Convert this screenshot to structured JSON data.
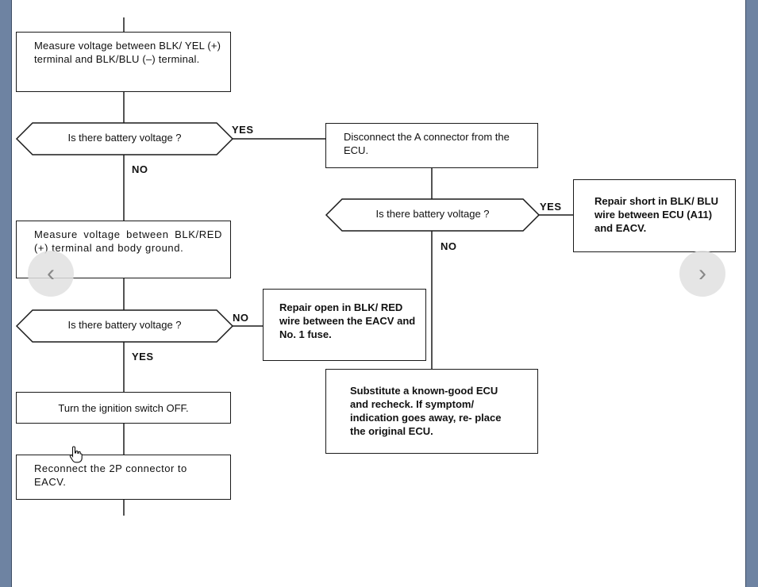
{
  "flowchart": {
    "steps": {
      "measure_blk_yel": "Measure voltage between BLK/ YEL (+) terminal and BLK/BLU (–) terminal.",
      "measure_blk_red": "Measure voltage between BLK/RED (+) terminal and body ground.",
      "ignition_off": "Turn the ignition switch OFF.",
      "reconnect_2p": "Reconnect the 2P connector to EACV.",
      "disconnect_a": "Disconnect the A connector from the ECU.",
      "repair_short": "Repair short in BLK/ BLU wire between ECU (A11) and EACV.",
      "repair_open": "Repair open in BLK/ RED wire between the EACV and No. 1 fuse.",
      "substitute_ecu": "Substitute a known-good ECU and recheck. If symptom/ indication goes away, re- place the original ECU."
    },
    "decisions": {
      "q1": "Is there battery voltage ?",
      "q2": "Is there battery voltage ?",
      "q3": "Is there battery voltage ?"
    },
    "branch_labels": {
      "q1_yes": "YES",
      "q1_no": "NO",
      "q2_yes": "YES",
      "q2_no": "NO",
      "q3_no": "NO",
      "q3_yes": "YES"
    }
  },
  "viewer": {
    "prev_icon": "chevron-left-icon",
    "next_icon": "chevron-right-icon",
    "prev_glyph": "‹",
    "next_glyph": "›",
    "pointer_icon": "hand-pointer-icon"
  }
}
